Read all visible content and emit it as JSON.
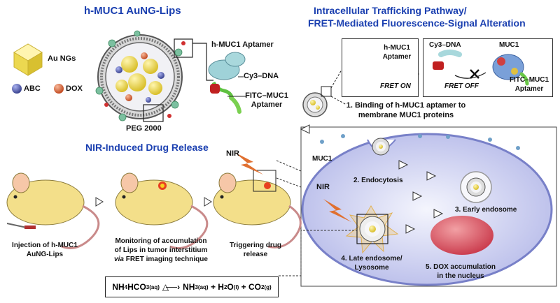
{
  "titles": {
    "liposome": "h-MUC1 AuNG-Lips",
    "pathway_line1": "Intracellular Trafficking Pathway/",
    "pathway_line2": "FRET-Mediated Fluorescence-Signal Alteration",
    "nir": "NIR-Induced Drug Release"
  },
  "legend": {
    "au": "Au NGs",
    "abc": "ABC",
    "dox": "DOX",
    "peg": "PEG 2000"
  },
  "aptamer_labels": {
    "hmuc1": "h-MUC1 Aptamer",
    "cy3": "Cy3–DNA",
    "fitc_line1": "FITC–MUC1",
    "fitc_line2": "Aptamer"
  },
  "fret_on": {
    "aptamer_line1": "h-MUC1",
    "aptamer_line2": "Aptamer",
    "status": "FRET ON"
  },
  "fret_off": {
    "cy3": "Cy3–DNA",
    "status": "FRET OFF",
    "muc1": "MUC1",
    "fitc_line1": "FITC–MUC1",
    "fitc_line2": "Aptamer"
  },
  "steps": {
    "s1_line1": "1. Binding of h-MUC1 aptamer to",
    "s1_line2": "membrane MUC1 proteins",
    "s2": "2. Endocytosis",
    "s3": "3. Early endosome",
    "s4_line1": "4. Late endosome/",
    "s4_line2": "Lysosome",
    "s5_line1": "5. DOX accumulation",
    "s5_line2": "in the nucleus"
  },
  "cell": {
    "muc1": "MUC1",
    "nir": "NIR"
  },
  "mice": {
    "nir": "NIR",
    "m1_line1": "Injection of h-MUC1",
    "m1_line2": "AuNG-Lips",
    "m2_line1": "Monitoring of accumulation",
    "m2_line2": "of Lips in tumor interstitium",
    "m2_line3_a": "via",
    "m2_line3_b": " FRET imaging technique",
    "m3_line1": "Triggering drug",
    "m3_line2": "release"
  },
  "equation": {
    "r1": "NH",
    "r1s": "4",
    "r1b": "HCO",
    "r1c": "3(aq)",
    "p1": "NH",
    "p1s": "3(aq)",
    "plus1": " + ",
    "p2": "H",
    "p2s": "2",
    "p2b": "O",
    "p2c": "(l)",
    "plus2": " + ",
    "p3": "CO",
    "p3s": "2(g)"
  },
  "colors": {
    "title_blue": "#1a3fb0",
    "gold": "#e8d44a",
    "abc": "#5560b0",
    "dox": "#d8653a",
    "mouse": "#f3df8a",
    "cell": "#c9cdf0",
    "nucleus": "#d9505a"
  }
}
